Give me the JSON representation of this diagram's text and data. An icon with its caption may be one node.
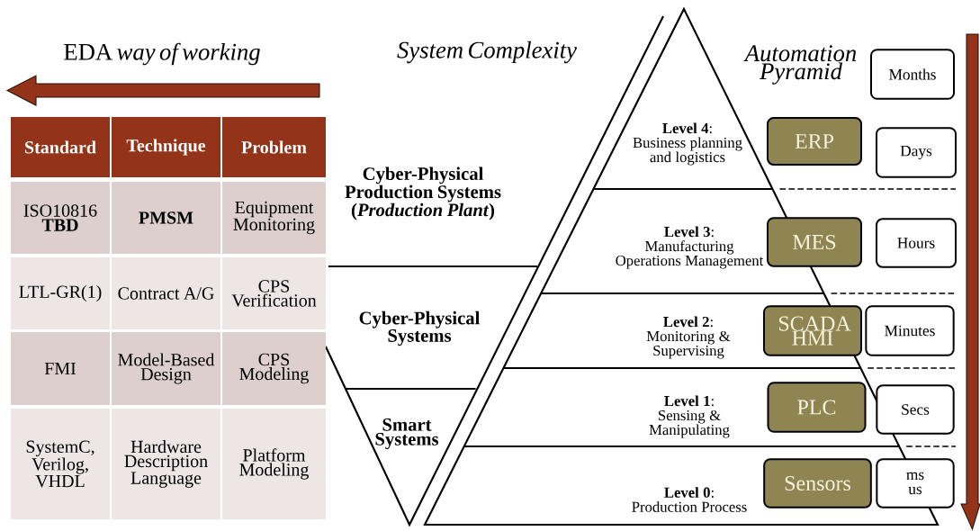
{
  "diagram": {
    "nodes": [
      {
        "text": [
          "Cyber-Physical Production Systems (*Production Plant*)"
        ]
      },
      {
        "text": [
          "Cyber-Physical Systems"
        ]
      },
      {
        "text": [
          "Smart Systems"
        ]
      },
      {
        "text": [
          "**Level 4**:",
          "Business planning and logistics"
        ]
      },
      {
        "text": [
          "**Level 3**:",
          "Manufacturing Operations Management"
        ]
      },
      {
        "text": [
          "**Level 2**:",
          "Monitoring & Supervising"
        ]
      },
      {
        "text": [
          "**Level 1**:",
          "Sensing & Manipulating"
        ]
      },
      {
        "text": [
          "**Level 0**:",
          "Production Process"
        ]
      },
      {
        "text": [
          "ERP"
        ]
      },
      {
        "text": [
          "MES"
        ]
      },
      {
        "text": [
          "SCADA HMI"
        ]
      },
      {
        "text": [
          "PLC"
        ]
      },
      {
        "text": [
          "Sensors"
        ]
      },
      {
        "text": [
          "Months"
        ]
      },
      {
        "text": [
          "Days"
        ]
      },
      {
        "text": [
          "Hours"
        ]
      },
      {
        "text": [
          "Minutes"
        ]
      },
      {
        "text": [
          "Secs"
        ]
      },
      {
        "text": [
          "ms us"
        ]
      }
    ],
    "labels": [
      "EDA *way of working*",
      "System Complexity",
      "Automation Pyramid",
      "Standard",
      "Technique",
      "Problem",
      "ISO10816 **TBD**",
      "PMSM",
      "Equipment Monitoring",
      "LTL-GR(1)",
      "Contract A/G",
      "CPS Verification",
      "FMI",
      "Model-Based Design",
      "CPS Modeling",
      "SystemC, Verilog, VHDL",
      "Hardware Description Language",
      "Platform Modeling"
    ]
  }
}
